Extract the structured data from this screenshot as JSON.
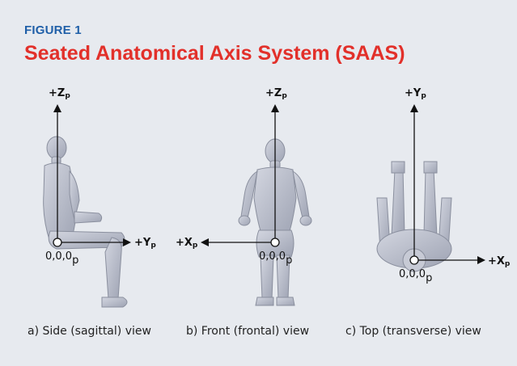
{
  "figure": {
    "label": "FIGURE 1",
    "title": "Seated Anatomical Axis System (SAAS)"
  },
  "views": [
    {
      "caption": "a) Side (sagittal) view",
      "vertical_axis": {
        "main": "+Z",
        "sub": "p"
      },
      "horizontal_axis": {
        "main": "+Y",
        "sub": "p"
      },
      "origin": {
        "main": "0,0,0",
        "sub": "p"
      }
    },
    {
      "caption": "b) Front (frontal) view",
      "vertical_axis": {
        "main": "+Z",
        "sub": "p"
      },
      "horizontal_axis": {
        "main": "+X",
        "sub": "p"
      },
      "origin": {
        "main": "0,0,0",
        "sub": "p"
      }
    },
    {
      "caption": "c) Top (transverse) view",
      "vertical_axis": {
        "main": "+Y",
        "sub": "p"
      },
      "horizontal_axis": {
        "main": "+X",
        "sub": "p"
      },
      "origin": {
        "main": "0,0,0",
        "sub": "p"
      }
    }
  ],
  "colors": {
    "background": "#e7eaef",
    "label": "#1f5fa8",
    "title": "#e2302a",
    "figure_fill": "#b9bdc9",
    "figure_stroke": "#8a8f9e"
  }
}
